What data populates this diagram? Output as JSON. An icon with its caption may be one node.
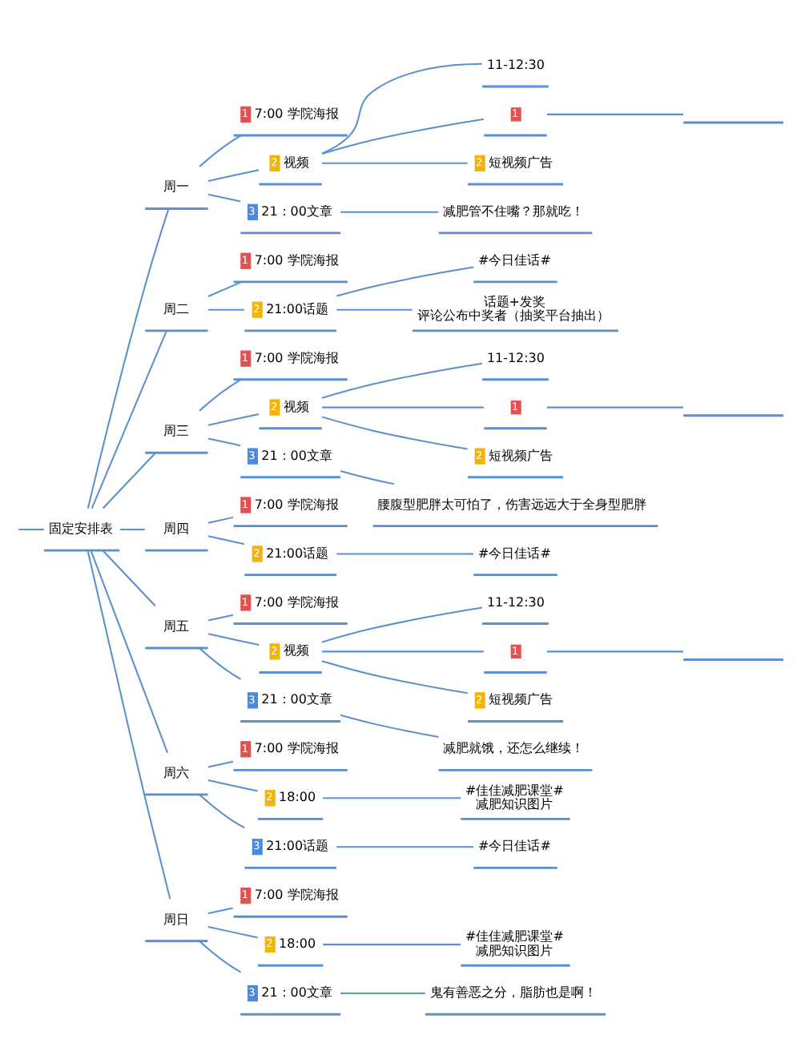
{
  "diagram": {
    "nodes": [
      {
        "text": [
          "固定安排表"
        ]
      },
      {
        "text": [
          "周一"
        ]
      },
      {
        "text": [
          "1",
          "7:00 学院海报"
        ]
      },
      {
        "text": [
          "2",
          "视频"
        ]
      },
      {
        "text": [
          "11-12:30"
        ]
      },
      {
        "text": [
          "1"
        ]
      },
      {
        "text": [],
        "shape": "bar"
      },
      {
        "text": [
          "2",
          "短视频广告"
        ]
      },
      {
        "text": [
          "3",
          "21：00文章"
        ]
      },
      {
        "text": [
          "减肥管不住嘴？那就吃！"
        ]
      },
      {
        "text": [
          "周二"
        ]
      },
      {
        "text": [
          "1",
          "7:00 学院海报"
        ]
      },
      {
        "text": [
          "2",
          "21:00话题"
        ]
      },
      {
        "text": [
          "#今日佳话#"
        ]
      },
      {
        "text": [
          "话题+发奖",
          "评论公布中奖者（抽奖平台抽出）"
        ]
      },
      {
        "text": [
          "周三"
        ]
      },
      {
        "text": [
          "1",
          "7:00 学院海报"
        ]
      },
      {
        "text": [
          "2",
          "视频"
        ]
      },
      {
        "text": [
          "11-12:30"
        ]
      },
      {
        "text": [
          "1"
        ]
      },
      {
        "text": [],
        "shape": "bar"
      },
      {
        "text": [
          "2",
          "短视频广告"
        ]
      },
      {
        "text": [
          "3",
          "21：00文章"
        ]
      },
      {
        "text": [
          "腰腹型肥胖太可怕了，伤害远远大于全身型肥胖"
        ]
      },
      {
        "text": [
          "周四"
        ]
      },
      {
        "text": [
          "1",
          "7:00 学院海报"
        ]
      },
      {
        "text": [
          "2",
          "21:00话题"
        ]
      },
      {
        "text": [
          "#今日佳话#"
        ]
      },
      {
        "text": [
          "周五"
        ]
      },
      {
        "text": [
          "1",
          "7:00 学院海报"
        ]
      },
      {
        "text": [
          "2",
          "视频"
        ]
      },
      {
        "text": [
          "11-12:30"
        ]
      },
      {
        "text": [
          "1"
        ]
      },
      {
        "text": [],
        "shape": "bar"
      },
      {
        "text": [
          "2",
          "短视频广告"
        ]
      },
      {
        "text": [
          "3",
          "21：00文章"
        ]
      },
      {
        "text": [
          "减肥就饿，还怎么继续！"
        ]
      },
      {
        "text": [
          "周六"
        ]
      },
      {
        "text": [
          "1",
          "7:00 学院海报"
        ]
      },
      {
        "text": [
          "2",
          "18:00"
        ]
      },
      {
        "text": [
          "#佳佳减肥课堂#",
          "减肥知识图片"
        ]
      },
      {
        "text": [
          "3",
          "21:00话题"
        ]
      },
      {
        "text": [
          "#今日佳话#"
        ]
      },
      {
        "text": [
          "周日"
        ]
      },
      {
        "text": [
          "1",
          "7:00 学院海报"
        ]
      },
      {
        "text": [
          "2",
          "18:00"
        ]
      },
      {
        "text": [
          "#佳佳减肥课堂#",
          "减肥知识图片"
        ]
      },
      {
        "text": [
          "3",
          "21：00文章"
        ]
      },
      {
        "text": [
          "鬼有善恶之分，脂肪也是啊！"
        ]
      }
    ],
    "edges": [
      {
        "from": null,
        "to": 0,
        "arrow": "none"
      },
      {
        "from": 0,
        "to": 1,
        "arrow": "none"
      },
      {
        "from": 1,
        "to": 2,
        "arrow": "none"
      },
      {
        "from": 1,
        "to": 3,
        "arrow": "none"
      },
      {
        "from": 3,
        "to": 4,
        "arrow": "none"
      },
      {
        "from": 3,
        "to": 5,
        "arrow": "none"
      },
      {
        "from": 5,
        "to": 6,
        "arrow": "none"
      },
      {
        "from": 3,
        "to": 7,
        "arrow": "none"
      },
      {
        "from": 1,
        "to": 8,
        "arrow": "none"
      },
      {
        "from": 8,
        "to": 9,
        "arrow": "none"
      },
      {
        "from": 0,
        "to": 10,
        "arrow": "none"
      },
      {
        "from": 10,
        "to": 11,
        "arrow": "none"
      },
      {
        "from": 10,
        "to": 12,
        "arrow": "none"
      },
      {
        "from": 12,
        "to": 13,
        "arrow": "none"
      },
      {
        "from": 12,
        "to": 14,
        "arrow": "none"
      },
      {
        "from": 0,
        "to": 15,
        "arrow": "none"
      },
      {
        "from": 15,
        "to": 16,
        "arrow": "none"
      },
      {
        "from": 15,
        "to": 17,
        "arrow": "none"
      },
      {
        "from": 17,
        "to": 18,
        "arrow": "none"
      },
      {
        "from": 17,
        "to": 19,
        "arrow": "none"
      },
      {
        "from": 19,
        "to": 20,
        "arrow": "none"
      },
      {
        "from": 17,
        "to": 21,
        "arrow": "none"
      },
      {
        "from": 15,
        "to": 22,
        "arrow": "none"
      },
      {
        "from": 22,
        "to": 23,
        "arrow": "none"
      },
      {
        "from": 0,
        "to": 24,
        "arrow": "none"
      },
      {
        "from": 24,
        "to": 25,
        "arrow": "none"
      },
      {
        "from": 24,
        "to": 26,
        "arrow": "none"
      },
      {
        "from": 26,
        "to": 27,
        "arrow": "none"
      },
      {
        "from": 0,
        "to": 28,
        "arrow": "none"
      },
      {
        "from": 28,
        "to": 29,
        "arrow": "none"
      },
      {
        "from": 28,
        "to": 30,
        "arrow": "none"
      },
      {
        "from": 30,
        "to": 31,
        "arrow": "none"
      },
      {
        "from": 30,
        "to": 32,
        "arrow": "none"
      },
      {
        "from": 32,
        "to": 33,
        "arrow": "none"
      },
      {
        "from": 30,
        "to": 34,
        "arrow": "none"
      },
      {
        "from": 28,
        "to": 35,
        "arrow": "none"
      },
      {
        "from": 35,
        "to": 36,
        "arrow": "none"
      },
      {
        "from": 0,
        "to": 37,
        "arrow": "none"
      },
      {
        "from": 37,
        "to": 38,
        "arrow": "none"
      },
      {
        "from": 37,
        "to": 39,
        "arrow": "none"
      },
      {
        "from": 39,
        "to": 40,
        "arrow": "none"
      },
      {
        "from": 37,
        "to": 41,
        "arrow": "none"
      },
      {
        "from": 41,
        "to": 42,
        "arrow": "none"
      },
      {
        "from": 0,
        "to": 43,
        "arrow": "none"
      },
      {
        "from": 43,
        "to": 44,
        "arrow": "none"
      },
      {
        "from": 43,
        "to": 45,
        "arrow": "none"
      },
      {
        "from": 45,
        "to": 46,
        "arrow": "none"
      },
      {
        "from": 43,
        "to": 47,
        "arrow": "none"
      },
      {
        "from": 47,
        "to": 48,
        "arrow": "none"
      }
    ]
  }
}
